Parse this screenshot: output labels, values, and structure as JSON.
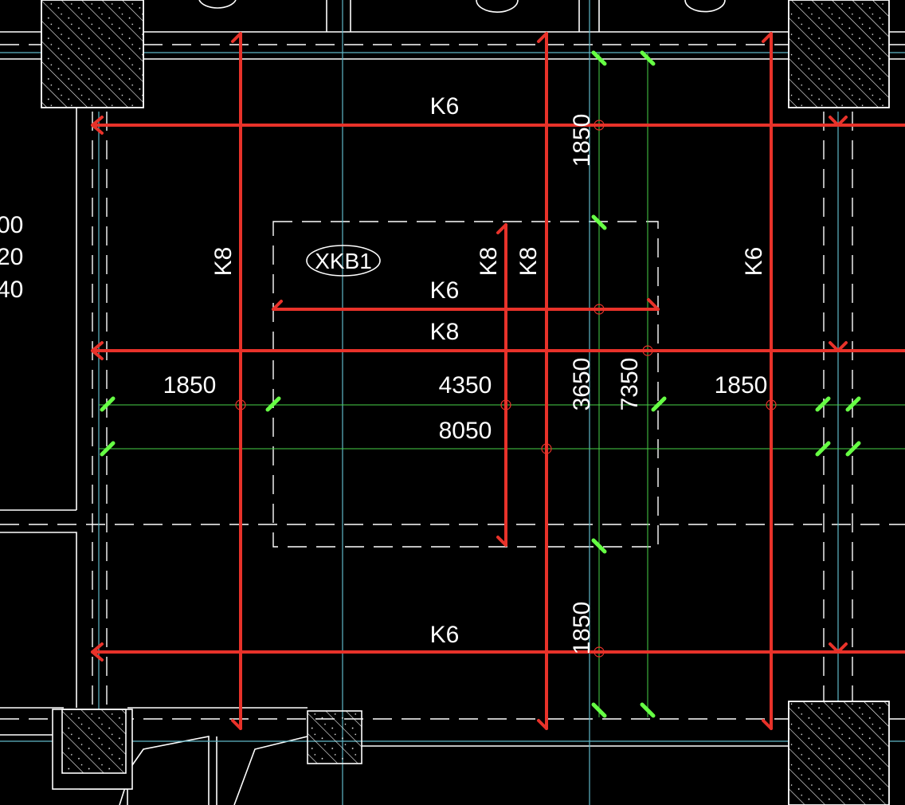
{
  "labels": {
    "k6_top": "K6",
    "k6_mid": "K6",
    "k6_bottom": "K6",
    "k6_right": "K6",
    "k8_mid": "K8",
    "k8_left": "K8",
    "k8_center_a": "K8",
    "k8_center_b": "K8",
    "slab_id": "XKB1"
  },
  "dimensions": {
    "left_1850": "1850",
    "mid_4350": "4350",
    "mid_8050": "8050",
    "right_1850": "1850",
    "vert_top_1850": "1850",
    "vert_3650": "3650",
    "vert_7350": "7350",
    "vert_bottom_1850": "1850"
  },
  "clipped_left_text": [
    "00",
    "20",
    "40"
  ],
  "colors": {
    "background": "#000000",
    "rebar": "#e8322a",
    "dimension_line": "#47d247",
    "dimension_tick": "#66ff44",
    "axis_line": "#5fb8c8",
    "wall": "#ffffff"
  }
}
